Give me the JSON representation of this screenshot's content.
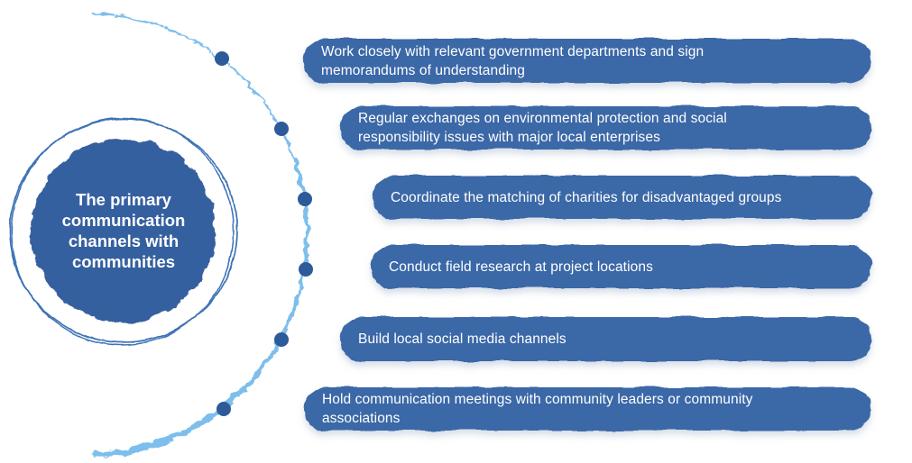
{
  "hub": {
    "label": "The primary\ncommunication\nchannels with\ncommunities"
  },
  "channels": [
    {
      "label": "Work closely with relevant government departments and sign\nmemorandums of understanding"
    },
    {
      "label": "Regular exchanges on environmental protection and social\nresponsibility issues with major local enterprises"
    },
    {
      "label": "Coordinate the matching of charities for disadvantaged groups"
    },
    {
      "label": "Conduct field research at project locations"
    },
    {
      "label": "Build local social media channels"
    },
    {
      "label": "Hold communication meetings with community leaders or community\nassociations"
    }
  ],
  "colors": {
    "bar_fill": "#3B67A7",
    "hub_fill": "#35609F",
    "dot_fill": "#2D5A99",
    "arc_stroke": "#7DBEEC",
    "ring_stroke": "#3E72B6",
    "label_text": "#FFFFFF",
    "background": "#FFFFFF"
  }
}
